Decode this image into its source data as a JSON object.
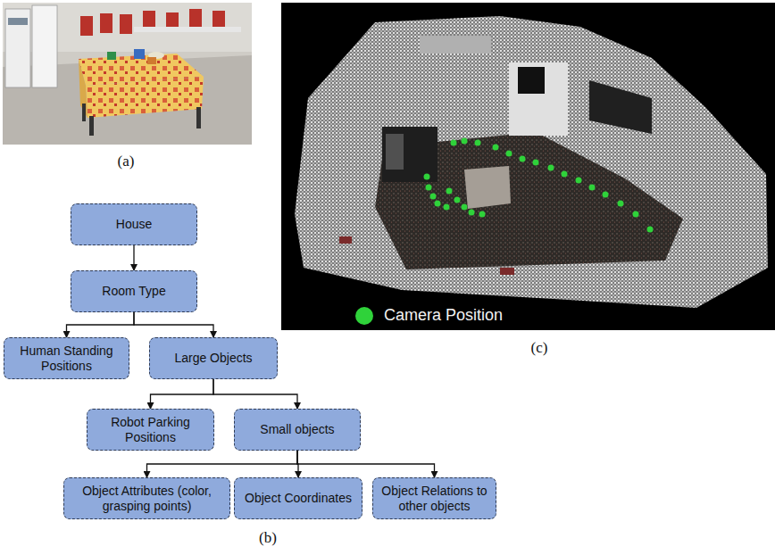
{
  "diagram": {
    "nodes": [
      {
        "text": [
          "House"
        ]
      },
      {
        "text": [
          "Room Type"
        ]
      },
      {
        "text": [
          "Human Standing Positions"
        ]
      },
      {
        "text": [
          "Large Objects"
        ]
      },
      {
        "text": [
          "Robot Parking Positions"
        ]
      },
      {
        "text": [
          "Small objects"
        ]
      },
      {
        "text": [
          "Object Attributes (color, grasping points)"
        ]
      },
      {
        "text": [
          "Object Coordinates"
        ]
      },
      {
        "text": [
          "Object Relations to other objects"
        ]
      }
    ],
    "edges": [
      {
        "from": 0,
        "to": 1,
        "arrow": "to"
      },
      {
        "from": 1,
        "to": 2,
        "arrow": "to"
      },
      {
        "from": 1,
        "to": 3,
        "arrow": "to"
      },
      {
        "from": 3,
        "to": 4,
        "arrow": "to"
      },
      {
        "from": 3,
        "to": 5,
        "arrow": "to"
      },
      {
        "from": 5,
        "to": 6,
        "arrow": "to"
      },
      {
        "from": 5,
        "to": 7,
        "arrow": "to"
      },
      {
        "from": 5,
        "to": 8,
        "arrow": "to"
      }
    ],
    "labels": [
      "(a)",
      "(b)",
      "(c)"
    ],
    "legend": [
      {
        "text": "Camera Position",
        "color": "#2fd23a"
      }
    ]
  }
}
